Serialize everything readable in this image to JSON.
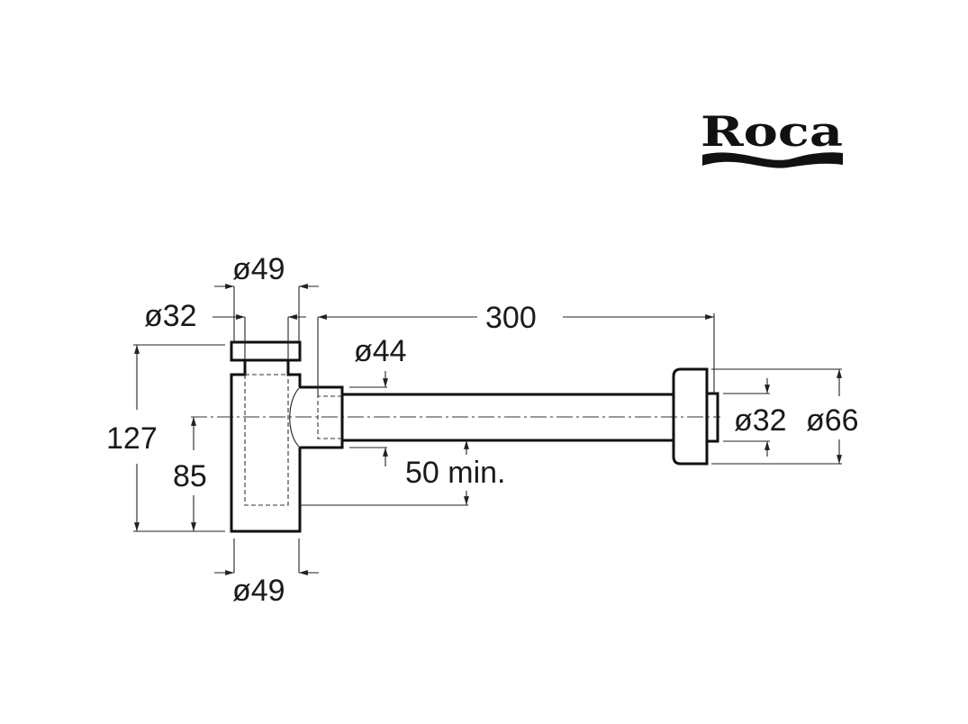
{
  "brand": {
    "logo_text": "Roca"
  },
  "dimensions": {
    "top_outer_diameter": "ø49",
    "top_inner_diameter": "ø32",
    "total_height": "127",
    "outlet_height": "85",
    "sleeve_diameter": "ø44",
    "length": "300",
    "min_clearance": "50 min.",
    "outlet_inner_diameter": "ø32",
    "flange_diameter": "ø66",
    "bottom_diameter": "ø49"
  }
}
